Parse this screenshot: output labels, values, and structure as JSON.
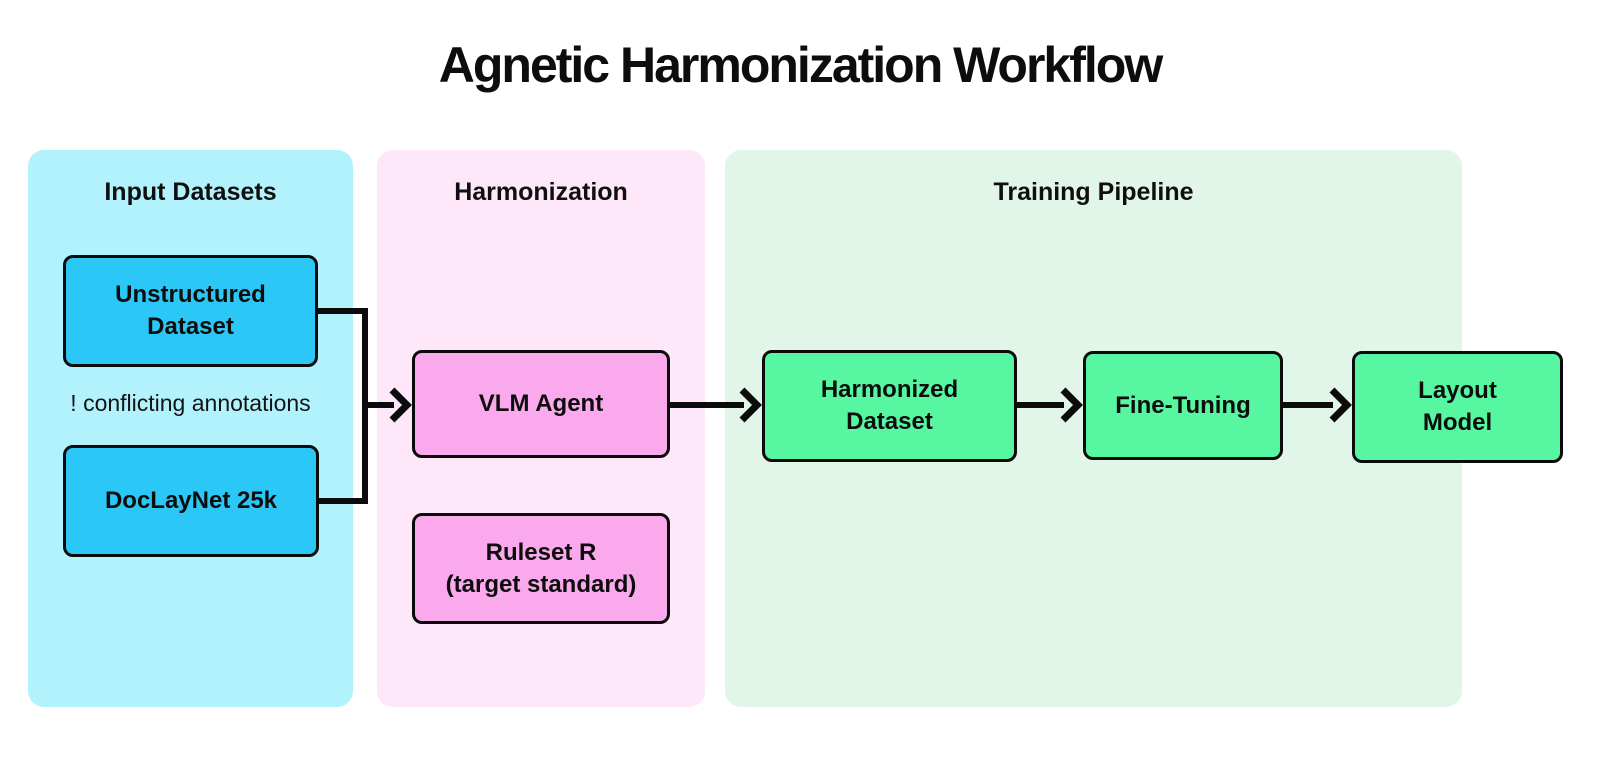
{
  "title": "Agnetic Harmonization Workflow",
  "colors": {
    "cyan-panel": "#B2F2FC",
    "cyan-node": "#2BC8F7",
    "pink-panel": "#FDE7F9",
    "pink-node": "#FAA9EC",
    "green-panel": "#E1F6E9",
    "green-node": "#57F7A2",
    "line": "#0B0B0B",
    "text": "#101010"
  },
  "sections": {
    "input": {
      "label": "Input Datasets",
      "note": "! conflicting annotations"
    },
    "harmonization": {
      "label": "Harmonization"
    },
    "training": {
      "label": "Training Pipeline"
    }
  },
  "nodes": {
    "unstructured": {
      "label": "Unstructured\nDataset"
    },
    "doclaynet": {
      "label": "DocLayNet 25k"
    },
    "vlm": {
      "label": "VLM Agent"
    },
    "ruleset": {
      "label": "Ruleset R\n(target standard)"
    },
    "harmonized": {
      "label": "Harmonized\nDataset"
    },
    "finetuning": {
      "label": "Fine-Tuning"
    },
    "layoutmodel": {
      "label": "Layout\nModel"
    }
  },
  "connections": [
    "unstructured+doclaynet -> vlm",
    "vlm -> harmonized",
    "harmonized -> finetuning",
    "finetuning -> layoutmodel"
  ]
}
